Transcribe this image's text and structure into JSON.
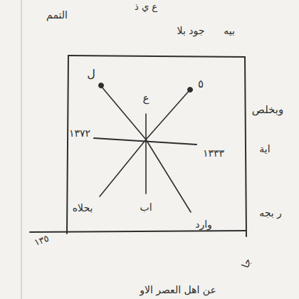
{
  "diagram": {
    "labels": [
      "ع ي ذ",
      "التمم",
      "بيه",
      "جود بلا",
      "ل",
      "ع",
      "٥",
      "١٣٧٢",
      "١٣٣٣",
      "وبخلص",
      "اية",
      "بحلاه",
      "اب",
      "وارد",
      "ر بجه",
      "١٣٥",
      "جا",
      "عن اهل العصر الاو"
    ]
  }
}
